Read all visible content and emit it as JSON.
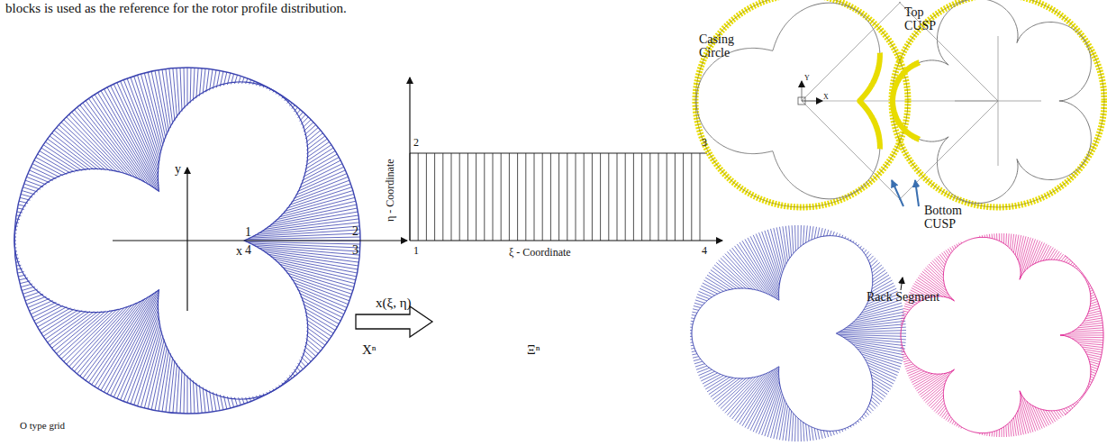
{
  "diagram": {
    "labels": [
      "blocks is used as the reference for the rotor profile distribution.",
      "y",
      "x",
      "1",
      "2",
      "3",
      "4",
      "O type grid",
      "Xⁿ",
      "2",
      "3",
      "1",
      "4",
      "η - Coordinate",
      "ξ - Coordinate",
      "x(ξ, η)",
      "Ξⁿ",
      "Top CUSP",
      "Casing Circle",
      "Bottom CUSP",
      "Rack Segment",
      "Y",
      "X"
    ]
  }
}
